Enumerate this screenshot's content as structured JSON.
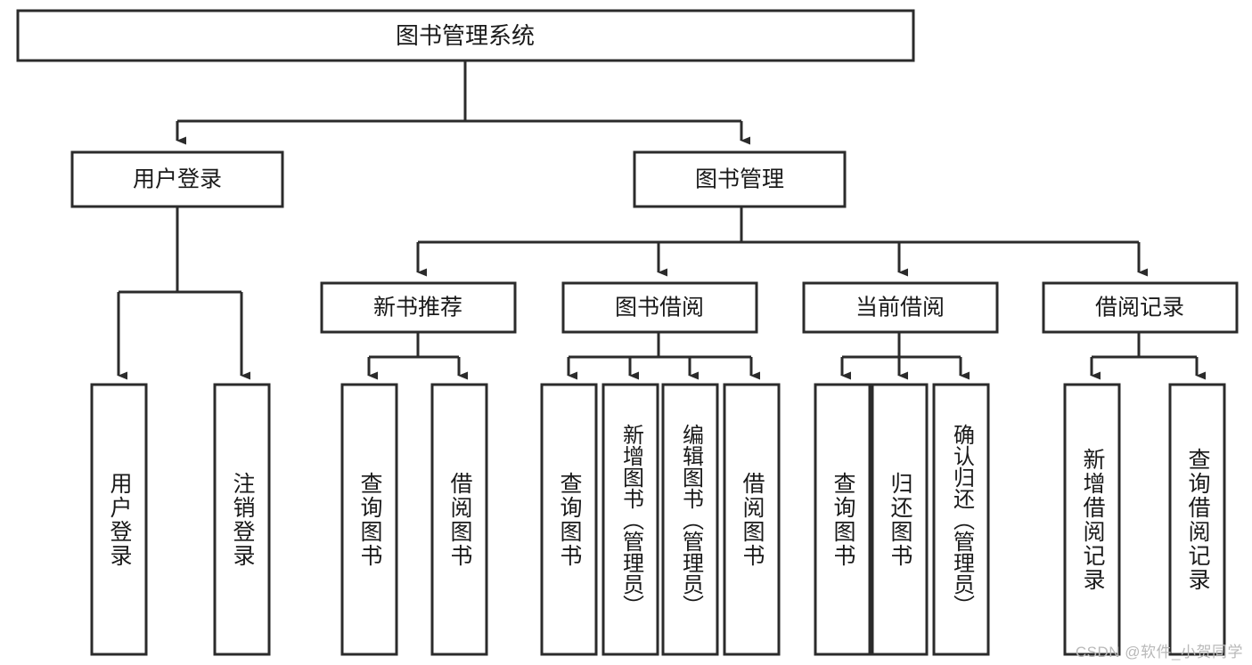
{
  "diagram": {
    "type": "tree",
    "title": "图书管理系统",
    "watermark": "CSDN @软件_小贺同学",
    "colors": {
      "stroke": "#2b2b2b",
      "fill": "#ffffff",
      "text": "#1a1a1a",
      "watermark": "#b9b9b9",
      "background": "#ffffff"
    },
    "root": {
      "label": "图书管理系统"
    },
    "level2": [
      {
        "label": "用户登录"
      },
      {
        "label": "图书管理"
      }
    ],
    "level3": [
      {
        "label": "新书推荐"
      },
      {
        "label": "图书借阅"
      },
      {
        "label": "当前借阅"
      },
      {
        "label": "借阅记录"
      }
    ],
    "leaves": {
      "user_login": [
        {
          "label": "用户登录"
        },
        {
          "label": "注销登录"
        }
      ],
      "new_book_recommend": [
        {
          "label": "查询图书"
        },
        {
          "label": "借阅图书"
        }
      ],
      "book_borrow": [
        {
          "label": "查询图书"
        },
        {
          "label": "新增图书（管理员）"
        },
        {
          "label": "编辑图书（管理员）"
        },
        {
          "label": "借阅图书"
        }
      ],
      "current_borrow": [
        {
          "label": "查询图书"
        },
        {
          "label": "归还图书"
        },
        {
          "label": "确认归还（管理员）"
        }
      ],
      "borrow_record": [
        {
          "label": "新增借阅记录"
        },
        {
          "label": "查询借阅记录"
        }
      ]
    }
  }
}
